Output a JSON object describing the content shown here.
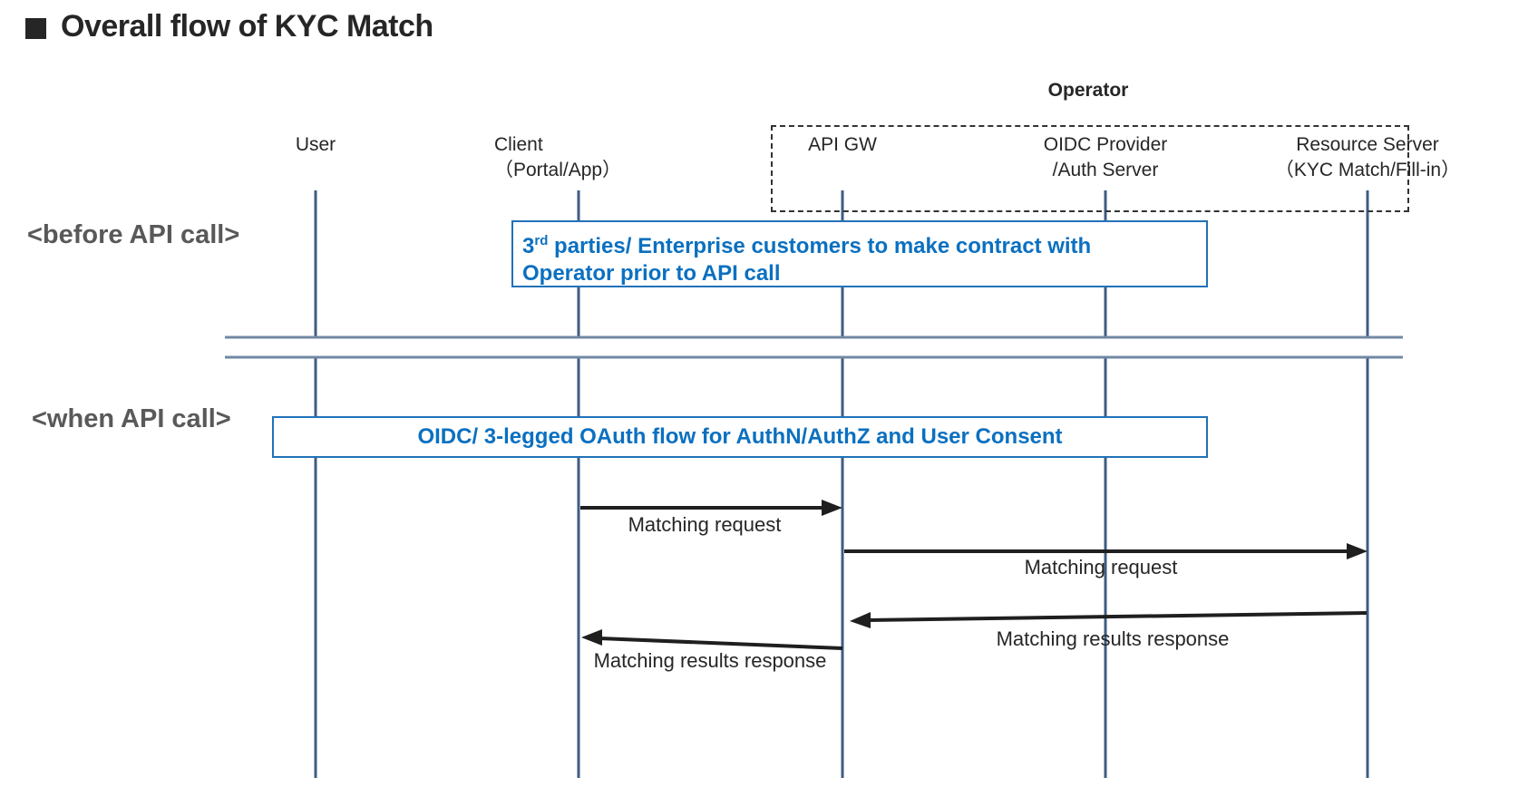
{
  "title": {
    "text": "Overall flow of KYC Match"
  },
  "operator_group": {
    "label": "Operator"
  },
  "lanes": [
    {
      "id": "user",
      "label_lines": [
        "User"
      ]
    },
    {
      "id": "client",
      "label_lines": [
        "Client",
        "（Portal/App）"
      ]
    },
    {
      "id": "api-gw",
      "label_lines": [
        "API GW"
      ],
      "inside_operator": true
    },
    {
      "id": "oidc-provider",
      "label_lines": [
        "OIDC Provider",
        "/Auth Server"
      ],
      "inside_operator": true
    },
    {
      "id": "resource-server",
      "label_lines": [
        "Resource Server",
        "（KYC Match/Fill-in）"
      ],
      "inside_operator": true
    }
  ],
  "phases": [
    {
      "label": "<before API call>"
    },
    {
      "label": "<when API call>"
    }
  ],
  "notes": [
    {
      "line1_prefix": "3",
      "line1_sup": "rd",
      "line1_rest": " parties/ Enterprise customers to make contract with",
      "line2": "Operator prior to API call"
    },
    {
      "text": "OIDC/ 3-legged OAuth flow for AuthN/AuthZ and User Consent"
    }
  ],
  "messages": [
    {
      "label": "Matching request",
      "from": "client",
      "to": "api-gw",
      "direction": "right"
    },
    {
      "label": "Matching request",
      "from": "api-gw",
      "to": "resource-server",
      "direction": "right"
    },
    {
      "label": "Matching results response",
      "from": "resource-server",
      "to": "api-gw",
      "direction": "left"
    },
    {
      "label": "Matching results response",
      "from": "api-gw",
      "to": "client",
      "direction": "left"
    }
  ],
  "colors": {
    "accent_blue_text": "#0b70c0",
    "note_border_blue": "#2172b8",
    "lifeline_blue": "#3f5c82",
    "separator_gray_blue": "#7288a4",
    "arrow_black": "#1f1f1f",
    "phase_gray": "#595959",
    "title_dark": "#262626"
  }
}
